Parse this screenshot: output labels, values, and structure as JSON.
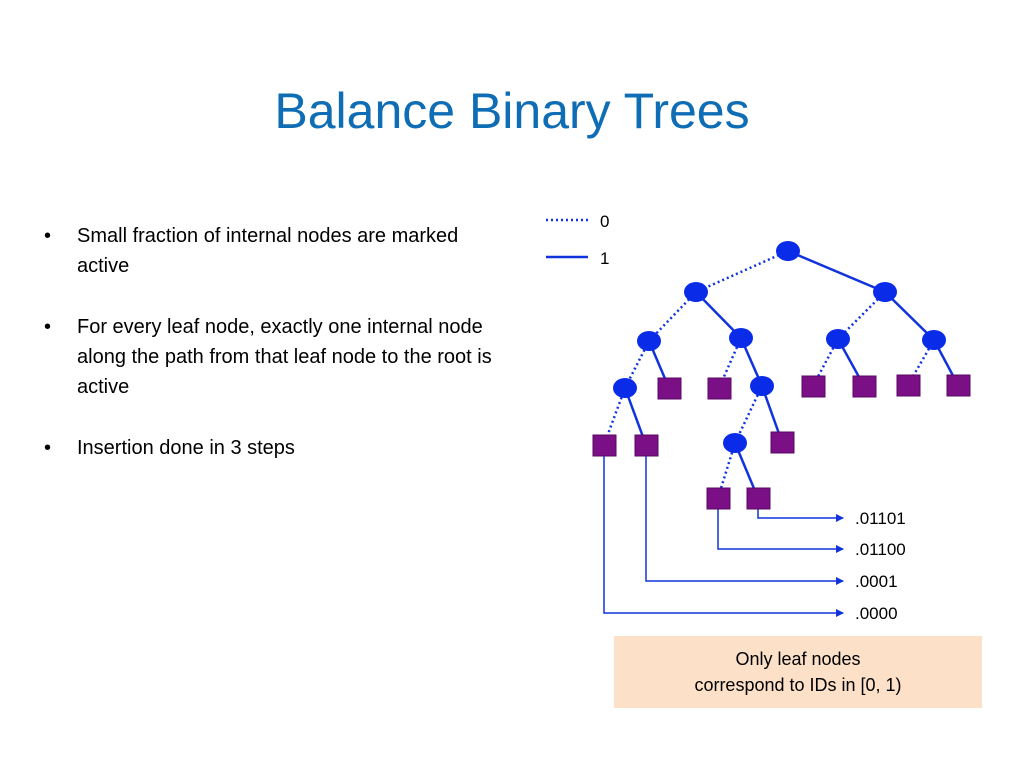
{
  "title": "Balance Binary Trees",
  "bullets": [
    {
      "text": "Small fraction of internal nodes are marked active"
    },
    {
      "text": "For every leaf node, exactly one internal node along the path from that leaf node to the root is active"
    },
    {
      "text": "Insertion done in 3 steps"
    }
  ],
  "bullet_char": "•",
  "legend": {
    "zero_label": "0",
    "one_label": "1"
  },
  "ids": [
    ".01101",
    ".01100",
    ".0001",
    ".0000"
  ],
  "note": {
    "line1": "Only leaf nodes",
    "line2": "correspond to IDs in [0, 1)"
  },
  "colors": {
    "title": "#0e6db4",
    "internal_node": "#0a2be8",
    "leaf_node": "#7a0f86",
    "edge": "#1133dd",
    "note_background": "#fde0c8"
  }
}
